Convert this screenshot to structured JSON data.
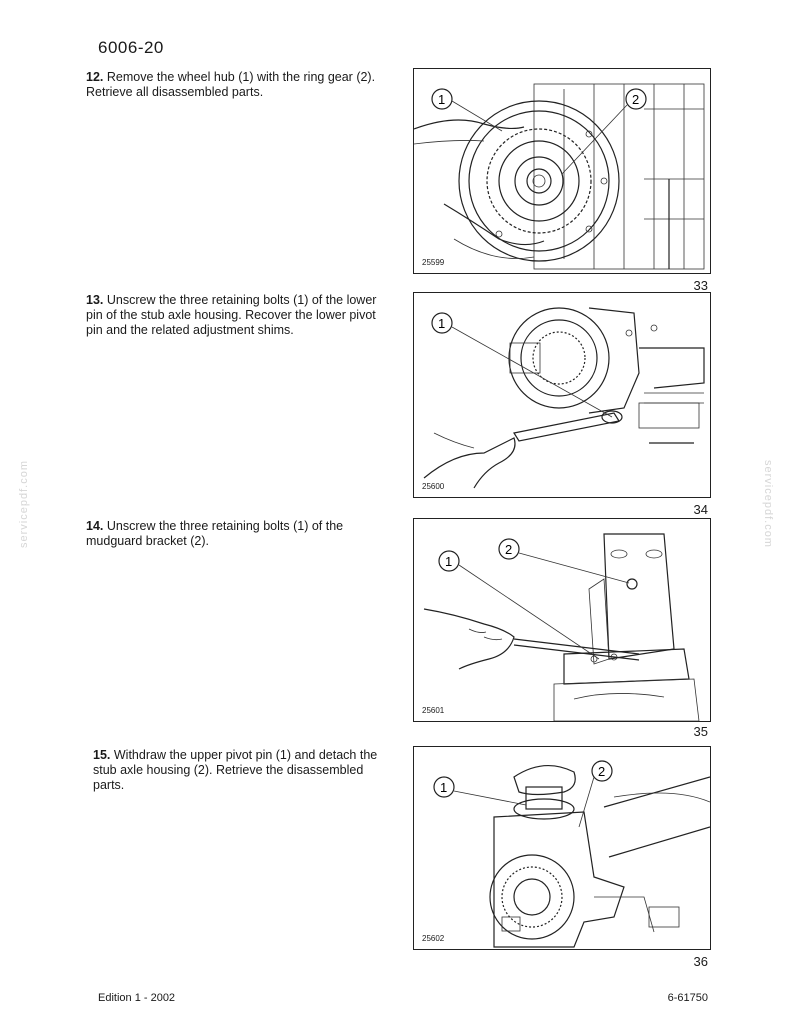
{
  "header": {
    "section_code": "6006-20"
  },
  "steps": [
    {
      "number": "12.",
      "text": "Remove the wheel hub (1) with the ring gear (2). Retrieve all disassembled parts.",
      "figure_code": "25599",
      "figure_number": "33",
      "callouts": [
        "1",
        "2"
      ]
    },
    {
      "number": "13.",
      "text": "Unscrew the three retaining bolts (1) of the lower pin of the stub axle housing. Recover the lower pivot pin and the related adjustment shims.",
      "figure_code": "25600",
      "figure_number": "34",
      "callouts": [
        "1"
      ]
    },
    {
      "number": "14.",
      "text": "Unscrew the three retaining bolts (1) of the mudguard bracket (2).",
      "figure_code": "25601",
      "figure_number": "35",
      "callouts": [
        "1",
        "2"
      ]
    },
    {
      "number": "15.",
      "text": "Withdraw the upper pivot pin (1) and detach the stub axle housing (2). Retrieve the disassembled parts.",
      "figure_code": "25602",
      "figure_number": "36",
      "callouts": [
        "1",
        "2"
      ]
    }
  ],
  "watermark": {
    "text": "servicepdf.com"
  },
  "footer": {
    "edition": "Edition 1 - 2002",
    "doc_code": "6-61750"
  }
}
